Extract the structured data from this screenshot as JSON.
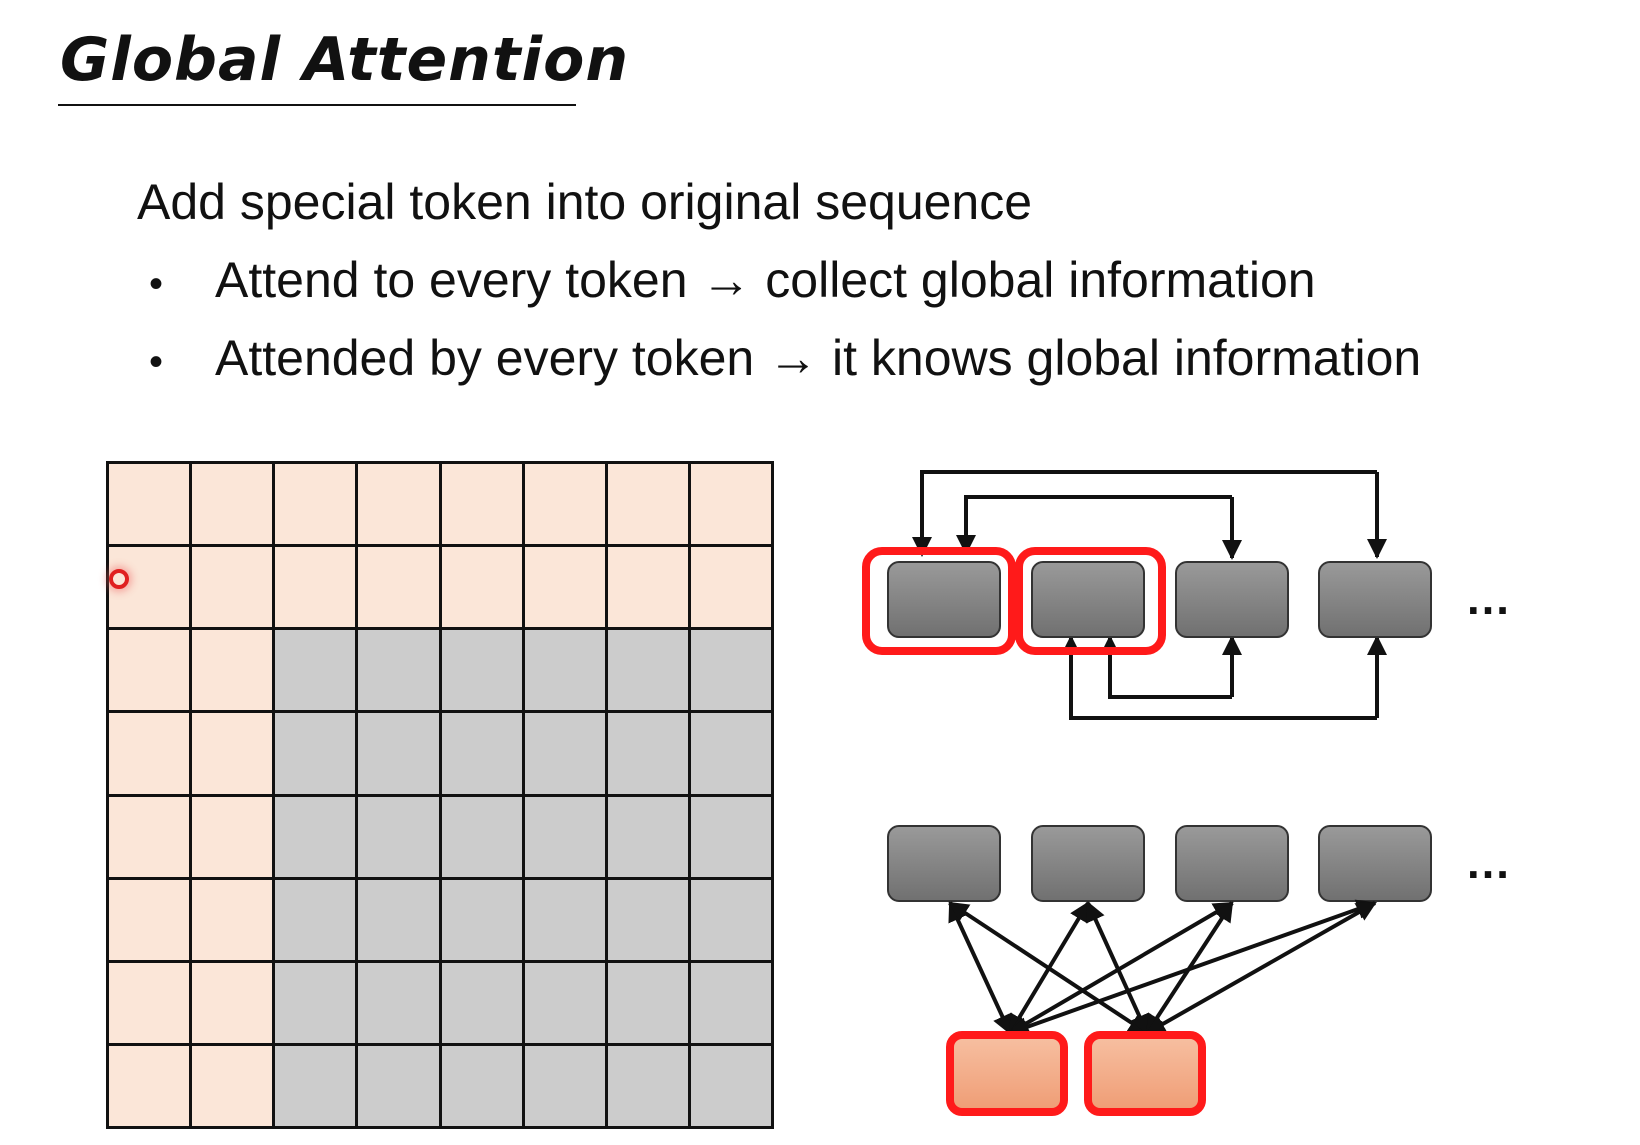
{
  "slide": {
    "title": "Global Attention",
    "subtitle": "Add special token into original sequence",
    "bullets": [
      "Attend to every token → collect global information",
      "Attended by every token → it knows global information"
    ],
    "bullet_symbol": "•"
  },
  "diagram": {
    "ellipsis": "…",
    "colors": {
      "special_cell": "#fbe6d8",
      "normal_cell": "#cccccc",
      "token_gray": "#808080",
      "token_peach": "#f3a883",
      "highlight_red": "#ff1a1a"
    },
    "attention_matrix": {
      "rows": 8,
      "cols": 8,
      "special_tokens": 2
    }
  }
}
